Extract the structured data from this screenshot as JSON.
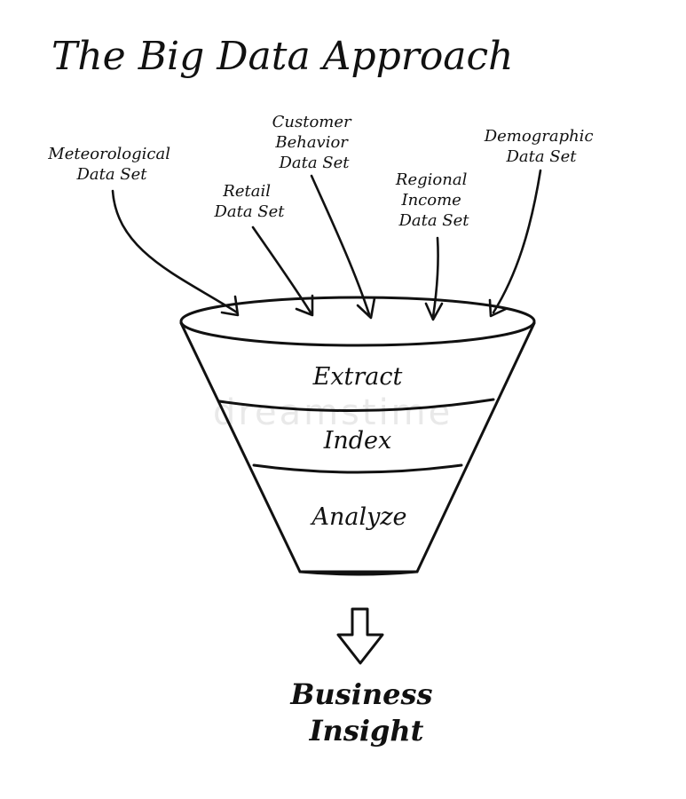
{
  "title": "The Big Data Approach",
  "sources": [
    {
      "lines": [
        "Meteorological",
        "Data Set"
      ]
    },
    {
      "lines": [
        "Retail",
        "Data Set"
      ]
    },
    {
      "lines": [
        "Customer",
        "Behavior",
        "Data Set"
      ]
    },
    {
      "lines": [
        "Regional",
        "Income",
        "Data Set"
      ]
    },
    {
      "lines": [
        "Demographic",
        "Data Set"
      ]
    }
  ],
  "funnel": {
    "stages": [
      "Extract",
      "Index",
      "Analyze"
    ]
  },
  "result": {
    "lines": [
      "Business",
      "Insight"
    ]
  },
  "watermark": "dreamstime"
}
